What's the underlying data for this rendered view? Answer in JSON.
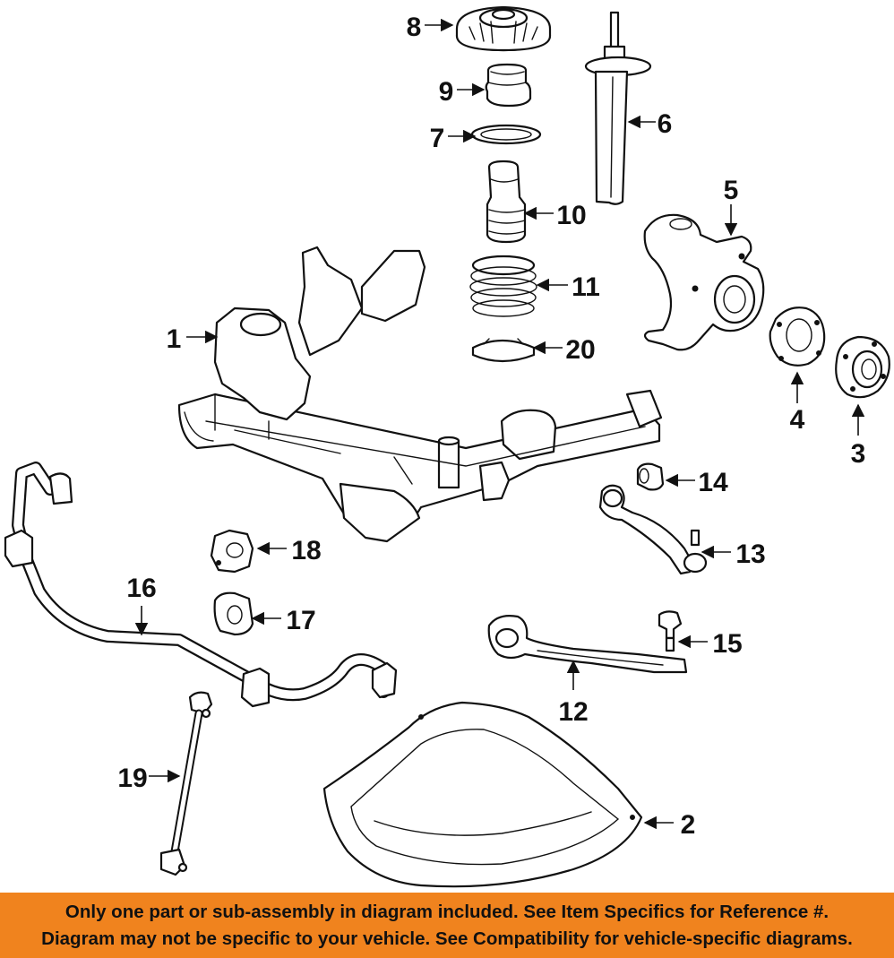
{
  "callouts": {
    "c1": "1",
    "c2": "2",
    "c3": "3",
    "c4": "4",
    "c5": "5",
    "c6": "6",
    "c7": "7",
    "c8": "8",
    "c9": "9",
    "c10": "10",
    "c11": "11",
    "c12": "12",
    "c13": "13",
    "c14": "14",
    "c15": "15",
    "c16": "16",
    "c17": "17",
    "c18": "18",
    "c19": "19",
    "c20": "20"
  },
  "disclaimer": {
    "line1": "Only one part or sub-assembly in diagram included. See Item Specifics for Reference #.",
    "line2": "Diagram may not be specific to your vehicle. See Compatibility for vehicle-specific diagrams."
  },
  "colors": {
    "banner": "#f0831e",
    "ink": "#111111",
    "paper": "#ffffff"
  }
}
